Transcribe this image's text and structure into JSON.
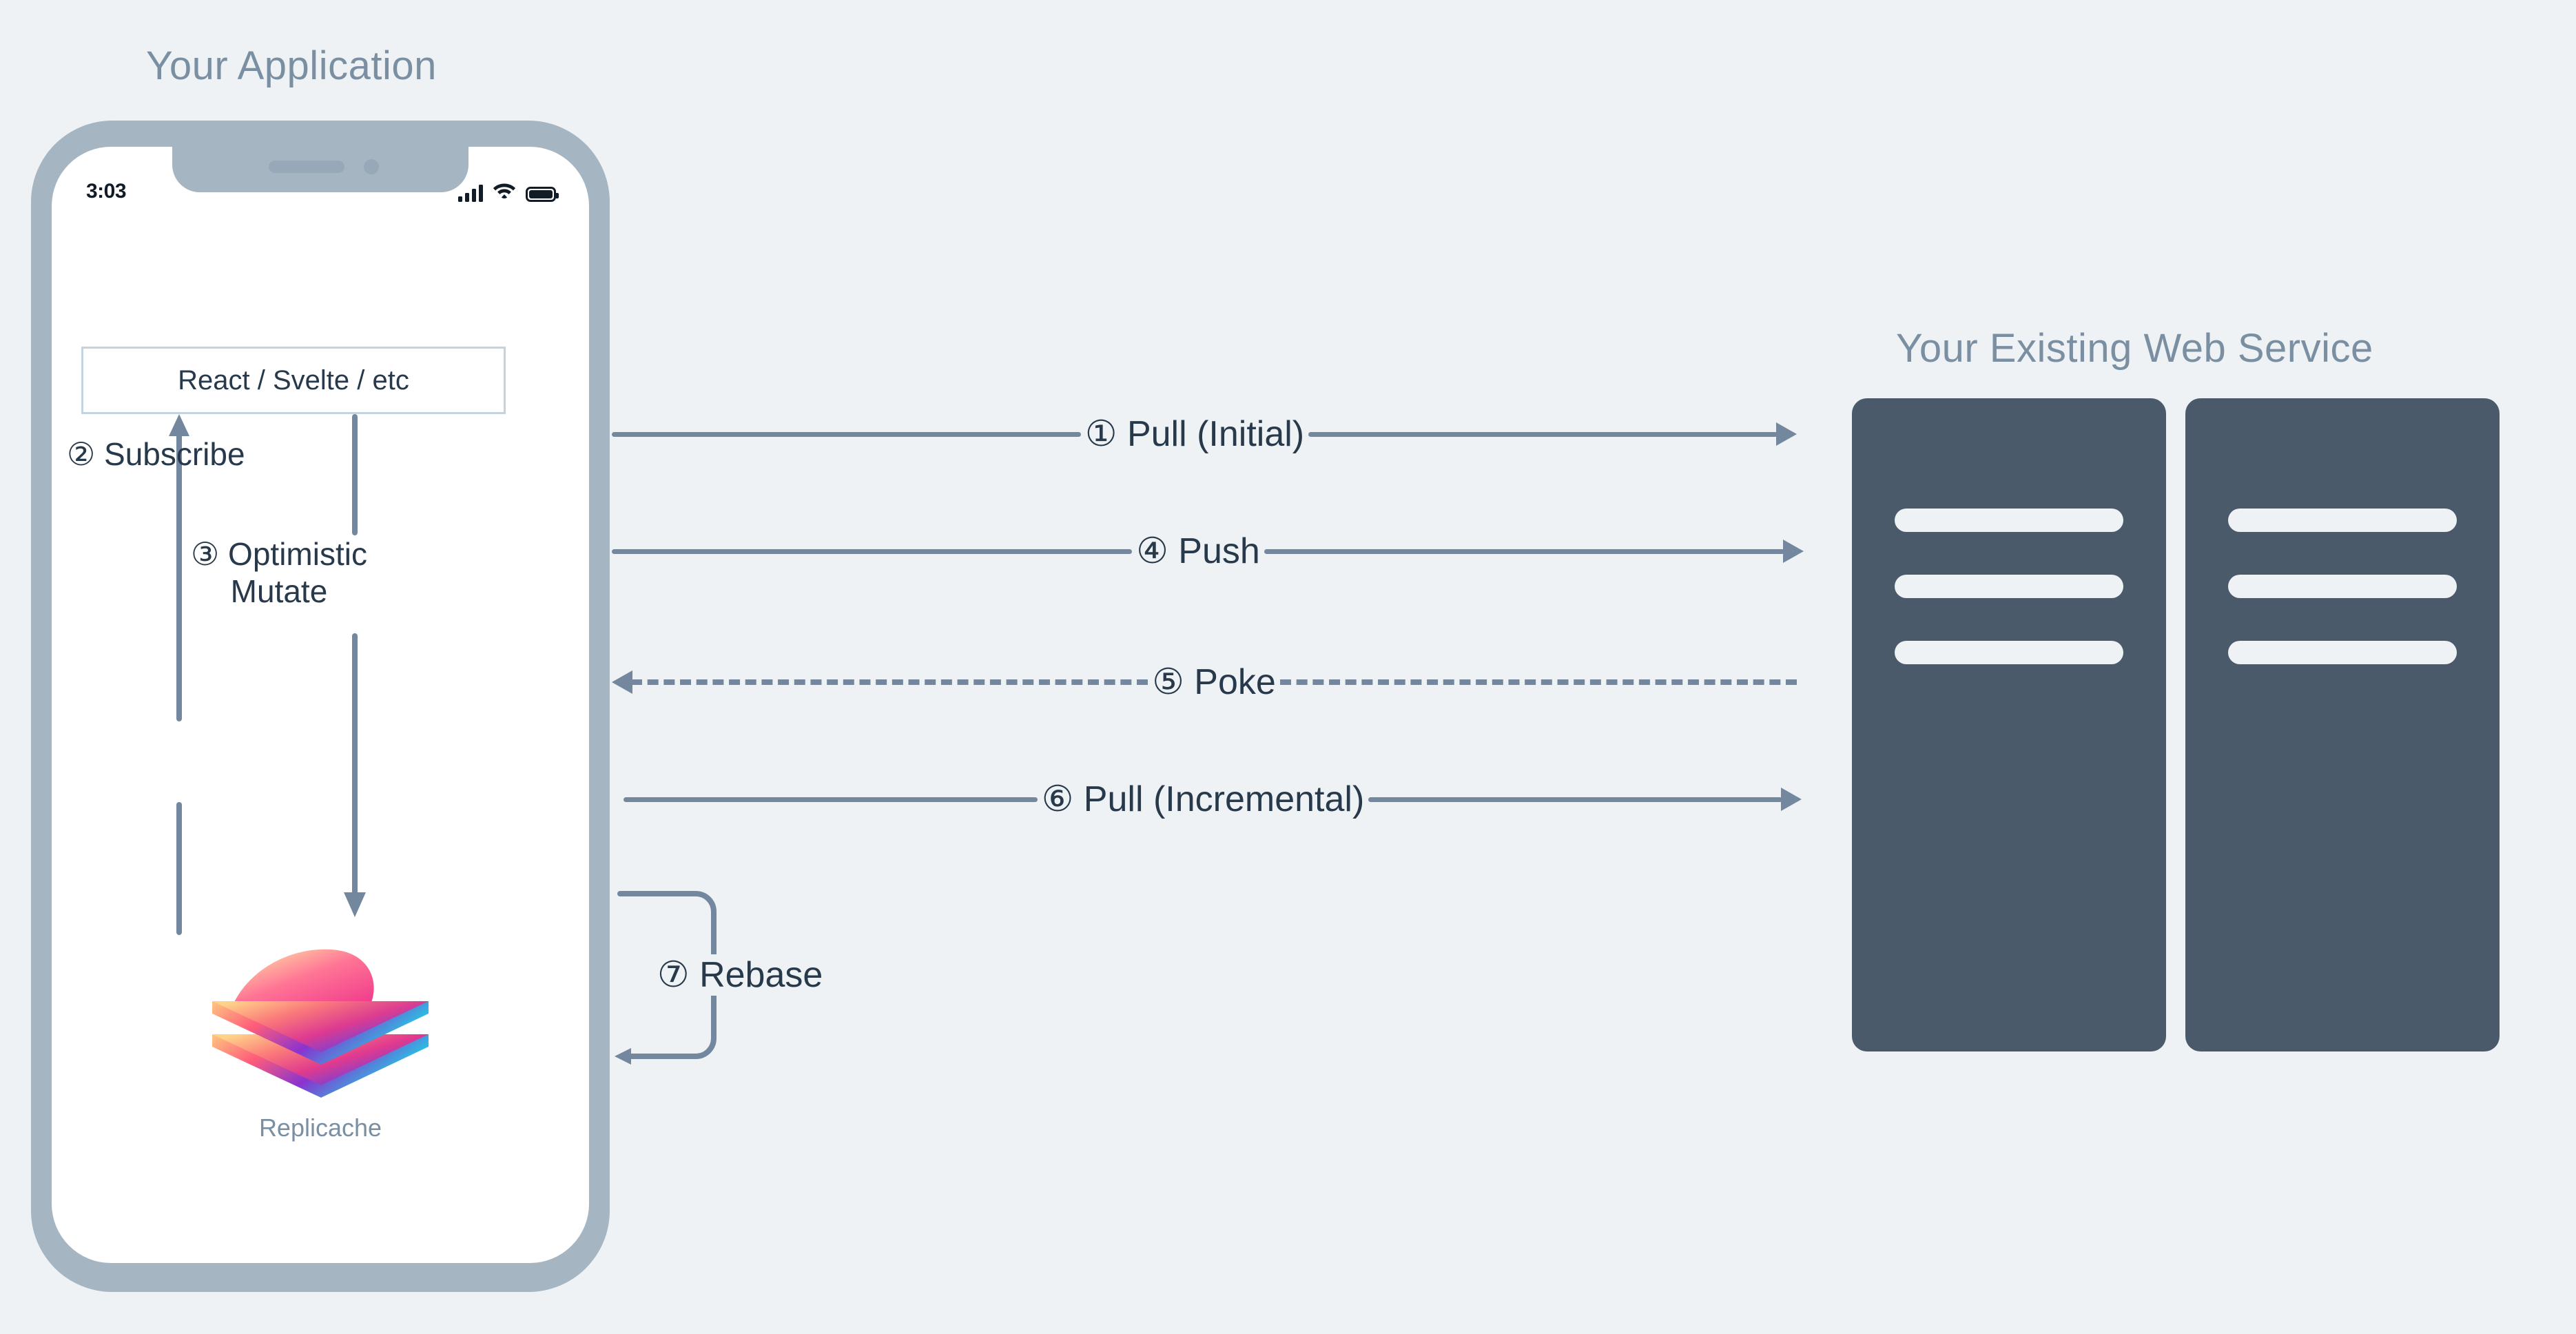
{
  "canvas": {
    "background_color": "#eef2f5",
    "accent_line_color": "#73889e",
    "text_dark_color": "#27394a",
    "heading_color": "#7b8fa2",
    "server_color": "#4a5a6b",
    "phone_frame_color": "#a5b5c2"
  },
  "client": {
    "title": "Your Application",
    "phone": {
      "status_bar": {
        "time": "3:03",
        "icons": [
          "cellular-signal-icon",
          "wifi-icon",
          "battery-icon"
        ]
      },
      "framework_box": {
        "label": "React / Svelte / etc"
      },
      "steps": [
        {
          "number": "②",
          "label": "② Subscribe",
          "direction": "up"
        },
        {
          "number": "③",
          "label": "③ Optimistic\nMutate",
          "direction": "down"
        }
      ],
      "datastore": {
        "name": "Replicache",
        "logo_name": "replicache-layers-logo"
      }
    }
  },
  "server": {
    "title": "Your Existing Web Service",
    "racks": [
      {
        "name": "server-rack-1",
        "bars": 3
      },
      {
        "name": "server-rack-2",
        "bars": 3
      }
    ]
  },
  "flows": [
    {
      "id": "pull-initial",
      "label": "① Pull (Initial)",
      "style": "solid",
      "direction": "right"
    },
    {
      "id": "push",
      "label": "④ Push",
      "style": "solid",
      "direction": "right"
    },
    {
      "id": "poke",
      "label": "⑤ Poke",
      "style": "dashed",
      "direction": "left"
    },
    {
      "id": "pull-incremental",
      "label": "⑥ Pull (Incremental)",
      "style": "solid",
      "direction": "right"
    },
    {
      "id": "rebase",
      "label": "⑦ Rebase",
      "style": "solid",
      "direction": "loop-left"
    }
  ]
}
